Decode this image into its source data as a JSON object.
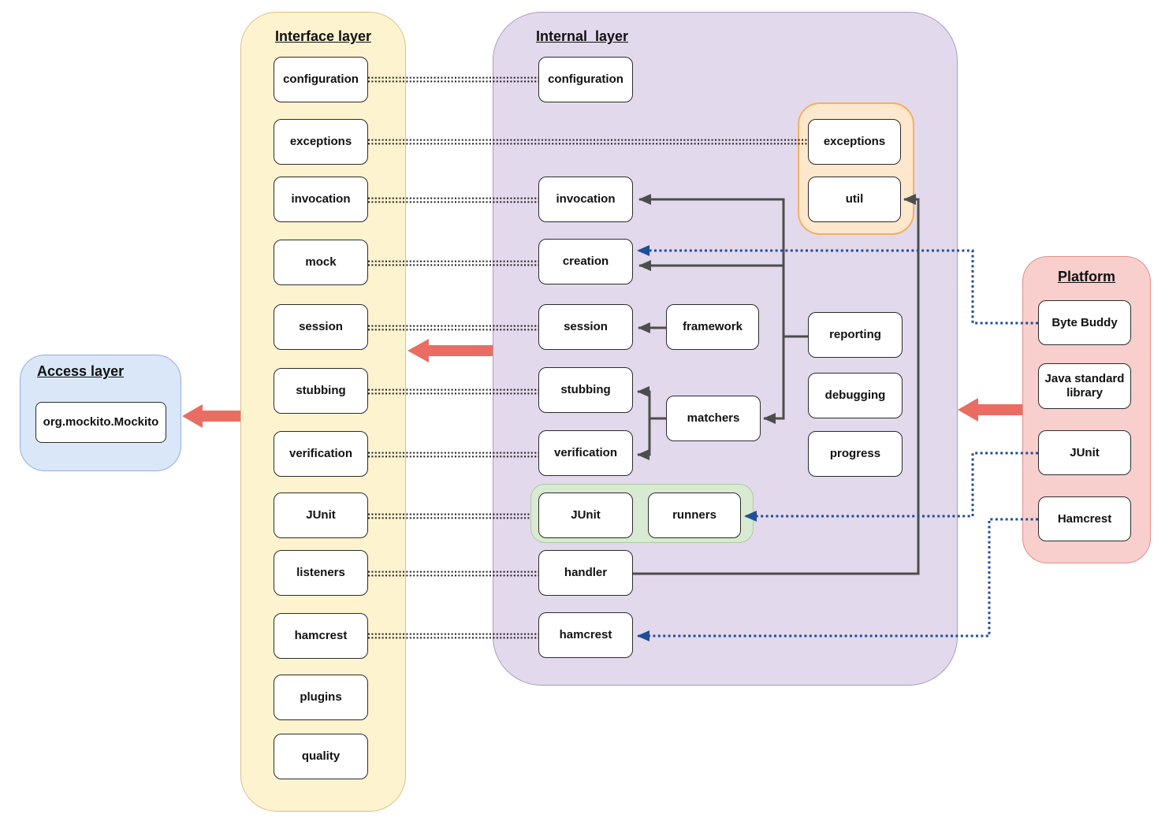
{
  "colors": {
    "canvas_bg": "#ffffff",
    "interface_fill": "#fdf3cf",
    "interface_border": "#d8c088",
    "internal_fill": "#e3d9ec",
    "internal_border": "#ab9ac3",
    "platform_fill": "#f8cfcd",
    "platform_border": "#de918d",
    "access_fill": "#d9e7f8",
    "access_border": "#90b1de",
    "orange_group_fill": "#fde7cd",
    "orange_group_border": "#f2b05e",
    "green_group_fill": "#d9ead3",
    "green_group_border": "#a9cd9f",
    "node_fill": "#ffffff",
    "node_border": "#2b2b2b",
    "text": "#111111",
    "dotted_link": "#1c1c1c",
    "solid_link": "#4d4d4d",
    "platform_link": "#1f4e9b",
    "block_arrow": "#ea6d63"
  },
  "layers": {
    "access": {
      "title": "Access layer",
      "items": [
        {
          "label": "org.mockito.Mockito"
        }
      ]
    },
    "interface": {
      "title": "Interface layer",
      "items": [
        {
          "label": "configuration"
        },
        {
          "label": "exceptions"
        },
        {
          "label": "invocation"
        },
        {
          "label": "mock"
        },
        {
          "label": "session"
        },
        {
          "label": "stubbing"
        },
        {
          "label": "verification"
        },
        {
          "label": "JUnit"
        },
        {
          "label": "listeners"
        },
        {
          "label": "hamcrest"
        },
        {
          "label": "plugins"
        },
        {
          "label": "quality"
        }
      ]
    },
    "internal": {
      "title": "Internal  layer",
      "items": [
        {
          "label": "configuration"
        },
        {
          "label": "invocation"
        },
        {
          "label": "creation"
        },
        {
          "label": "session"
        },
        {
          "label": "stubbing"
        },
        {
          "label": "verification"
        },
        {
          "label": "JUnit"
        },
        {
          "label": "runners"
        },
        {
          "label": "handler"
        },
        {
          "label": "hamcrest"
        },
        {
          "label": "framework"
        },
        {
          "label": "matchers"
        },
        {
          "label": "reporting"
        },
        {
          "label": "debugging"
        },
        {
          "label": "progress"
        },
        {
          "label": "exceptions"
        },
        {
          "label": "util"
        }
      ]
    },
    "platform": {
      "title": "Platform",
      "items": [
        {
          "label": "Byte Buddy"
        },
        {
          "label": "Java standard library"
        },
        {
          "label": "JUnit"
        },
        {
          "label": "Hamcrest"
        }
      ]
    }
  },
  "connections": {
    "interface_to_internal_dotted": [
      {
        "from": "configuration",
        "to": "configuration"
      },
      {
        "from": "exceptions",
        "to": "exceptions"
      },
      {
        "from": "invocation",
        "to": "invocation"
      },
      {
        "from": "mock",
        "to": "creation"
      },
      {
        "from": "session",
        "to": "session"
      },
      {
        "from": "stubbing",
        "to": "stubbing"
      },
      {
        "from": "verification",
        "to": "verification"
      },
      {
        "from": "JUnit",
        "to": "JUnit"
      },
      {
        "from": "listeners",
        "to": "handler"
      },
      {
        "from": "hamcrest",
        "to": "hamcrest"
      }
    ],
    "internal_arrows": [
      {
        "from": "framework",
        "to": "session"
      },
      {
        "from": "matchers",
        "to": "stubbing"
      },
      {
        "from": "matchers",
        "to": "verification"
      },
      {
        "from": "reporting",
        "to": "invocation"
      },
      {
        "from": "reporting",
        "to": "creation"
      },
      {
        "from": "reporting",
        "to": "matchers"
      },
      {
        "from": "handler",
        "to": "util"
      }
    ],
    "platform_dotted_arrows": [
      {
        "from": "Byte Buddy",
        "to": "creation"
      },
      {
        "from": "JUnit",
        "to": "runners"
      },
      {
        "from": "Hamcrest",
        "to": "hamcrest"
      }
    ],
    "layer_flow_arrows": [
      {
        "from": "Internal layer",
        "to": "Interface layer"
      },
      {
        "from": "Interface layer",
        "to": "Access layer"
      },
      {
        "from": "Platform",
        "to": "Internal layer"
      }
    ]
  }
}
